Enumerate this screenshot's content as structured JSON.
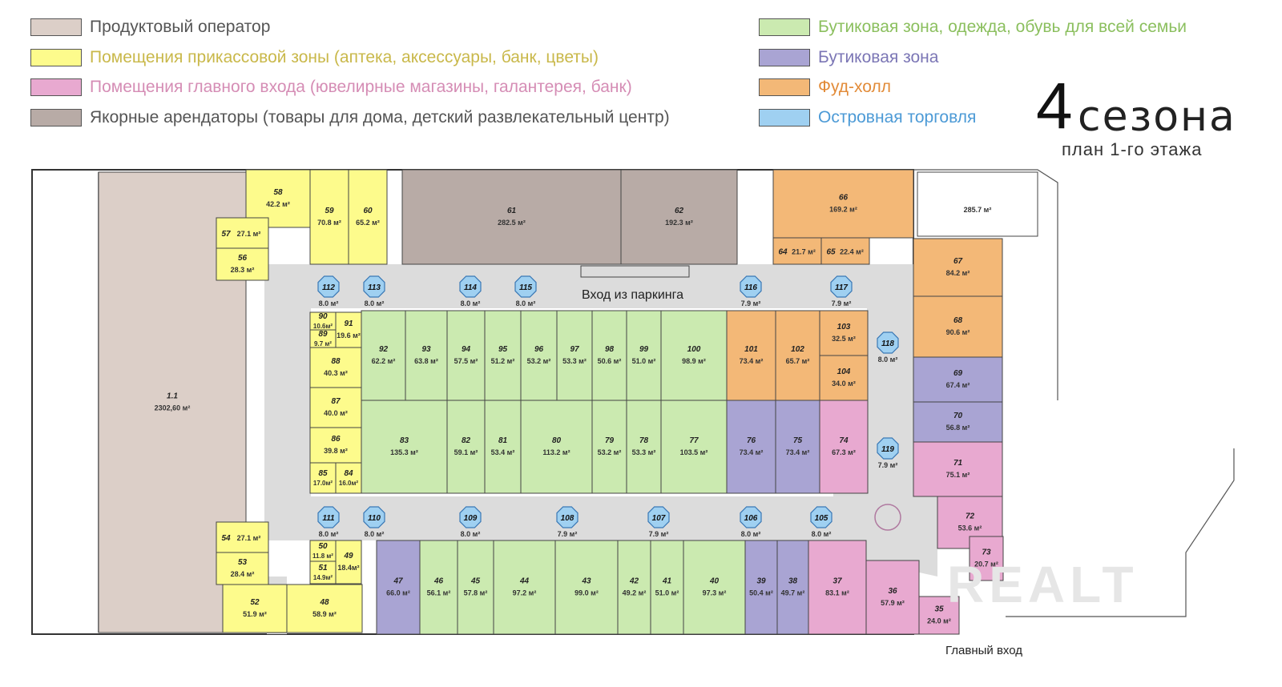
{
  "legend": {
    "left": [
      {
        "label": "Продуктовый оператор",
        "color": "#dccfc8",
        "text_color": "#555555"
      },
      {
        "label": "Помещения прикассовой зоны (аптека, аксессуары, банк, цветы)",
        "color": "#fdfb8c",
        "text_color": "#c9b84a"
      },
      {
        "label": "Помещения главного входа (ювелирные магазины, галантерея, банк)",
        "color": "#e8a9d0",
        "text_color": "#d58db5"
      },
      {
        "label": "Якорные арендаторы (товары для дома, детский развлекательный центр)",
        "color": "#b8aba6",
        "text_color": "#555555"
      }
    ],
    "right": [
      {
        "label": "Бутиковая зона, одежда, обувь для всей семьи",
        "color": "#cbeab0",
        "text_color": "#8bbf5e"
      },
      {
        "label": "Бутиковая зона",
        "color": "#a9a4d3",
        "text_color": "#7b76b5"
      },
      {
        "label": "Фуд-холл",
        "color": "#f3b877",
        "text_color": "#e28b38"
      },
      {
        "label": "Островная торговля",
        "color": "#9fd0f1",
        "text_color": "#4c9ad6"
      }
    ]
  },
  "brand": {
    "number": "4",
    "word": "сезона",
    "subtitle": "план 1-го этажа"
  },
  "colors": {
    "grocery": "#dccfc8",
    "checkout": "#fdfb8c",
    "entrance": "#e8a9d0",
    "anchor": "#b8aba6",
    "boutique_family": "#cbeab0",
    "boutique": "#a9a4d3",
    "food": "#f3b877",
    "island": "#9fd0f1",
    "corridor": "#dcdcdc",
    "wall": "#333333"
  },
  "labels": {
    "parking_entrance": "Вход из паркинга",
    "main_entrance": "Главный вход",
    "watermark": "REALT"
  },
  "units": [
    {
      "num": "1.1",
      "area": "2302,60 м²",
      "zone": "grocery"
    },
    {
      "num": "58",
      "area": "42.2 м²",
      "zone": "checkout"
    },
    {
      "num": "59",
      "area": "70.8 м²",
      "zone": "checkout"
    },
    {
      "num": "60",
      "area": "65.2 м²",
      "zone": "checkout"
    },
    {
      "num": "57",
      "area": "27.1 м²",
      "zone": "checkout"
    },
    {
      "num": "56",
      "area": "28.3 м²",
      "zone": "checkout"
    },
    {
      "num": "61",
      "area": "282.5 м²",
      "zone": "anchor"
    },
    {
      "num": "62",
      "area": "192.3 м²",
      "zone": "anchor"
    },
    {
      "num": "66",
      "area": "169.2 м²",
      "zone": "food"
    },
    {
      "num": "64",
      "area": "21.7 м²",
      "zone": "food"
    },
    {
      "num": "65",
      "area": "22.4 м²",
      "zone": "food"
    },
    {
      "num": "",
      "area": "285.7 м²",
      "zone": "none"
    },
    {
      "num": "67",
      "area": "84.2 м²",
      "zone": "food"
    },
    {
      "num": "68",
      "area": "90.6 м²",
      "zone": "food"
    },
    {
      "num": "69",
      "area": "67.4 м²",
      "zone": "boutique"
    },
    {
      "num": "70",
      "area": "56.8 м²",
      "zone": "boutique"
    },
    {
      "num": "71",
      "area": "75.1 м²",
      "zone": "entrance"
    },
    {
      "num": "72",
      "area": "53.6 м²",
      "zone": "entrance"
    },
    {
      "num": "73",
      "area": "20.7 м²",
      "zone": "entrance"
    },
    {
      "num": "90",
      "area": "10.6м²",
      "zone": "checkout"
    },
    {
      "num": "89",
      "area": "9.7 м²",
      "zone": "checkout"
    },
    {
      "num": "91",
      "area": "19.6 м²",
      "zone": "checkout"
    },
    {
      "num": "88",
      "area": "40.3 м²",
      "zone": "checkout"
    },
    {
      "num": "87",
      "area": "40.0 м²",
      "zone": "checkout"
    },
    {
      "num": "86",
      "area": "39.8 м²",
      "zone": "checkout"
    },
    {
      "num": "85",
      "area": "17.0м²",
      "zone": "checkout"
    },
    {
      "num": "84",
      "area": "16.0м²",
      "zone": "checkout"
    },
    {
      "num": "92",
      "area": "62.2 м²",
      "zone": "boutique_family"
    },
    {
      "num": "93",
      "area": "63.8 м²",
      "zone": "boutique_family"
    },
    {
      "num": "94",
      "area": "57.5 м²",
      "zone": "boutique_family"
    },
    {
      "num": "95",
      "area": "51.2 м²",
      "zone": "boutique_family"
    },
    {
      "num": "96",
      "area": "53.2 м²",
      "zone": "boutique_family"
    },
    {
      "num": "97",
      "area": "53.3 м²",
      "zone": "boutique_family"
    },
    {
      "num": "98",
      "area": "50.6 м²",
      "zone": "boutique_family"
    },
    {
      "num": "99",
      "area": "51.0 м²",
      "zone": "boutique_family"
    },
    {
      "num": "100",
      "area": "98.9 м²",
      "zone": "boutique_family"
    },
    {
      "num": "101",
      "area": "73.4 м²",
      "zone": "food"
    },
    {
      "num": "102",
      "area": "65.7 м²",
      "zone": "food"
    },
    {
      "num": "103",
      "area": "32.5 м²",
      "zone": "food"
    },
    {
      "num": "104",
      "area": "34.0 м²",
      "zone": "food"
    },
    {
      "num": "83",
      "area": "135.3 м²",
      "zone": "boutique_family"
    },
    {
      "num": "82",
      "area": "59.1 м²",
      "zone": "boutique_family"
    },
    {
      "num": "81",
      "area": "53.4 м²",
      "zone": "boutique_family"
    },
    {
      "num": "80",
      "area": "113.2 м²",
      "zone": "boutique_family"
    },
    {
      "num": "79",
      "area": "53.2 м²",
      "zone": "boutique_family"
    },
    {
      "num": "78",
      "area": "53.3 м²",
      "zone": "boutique_family"
    },
    {
      "num": "77",
      "area": "103.5 м²",
      "zone": "boutique_family"
    },
    {
      "num": "76",
      "area": "73.4 м²",
      "zone": "boutique"
    },
    {
      "num": "75",
      "area": "73.4 м²",
      "zone": "boutique"
    },
    {
      "num": "74",
      "area": "67.3 м²",
      "zone": "entrance"
    },
    {
      "num": "54",
      "area": "27.1 м²",
      "zone": "checkout"
    },
    {
      "num": "53",
      "area": "28.4 м²",
      "zone": "checkout"
    },
    {
      "num": "50",
      "area": "11.8 м²",
      "zone": "checkout"
    },
    {
      "num": "51",
      "area": "14.9м²",
      "zone": "checkout"
    },
    {
      "num": "49",
      "area": "18.4м²",
      "zone": "checkout"
    },
    {
      "num": "52",
      "area": "51.9 м²",
      "zone": "checkout"
    },
    {
      "num": "48",
      "area": "58.9 м²",
      "zone": "checkout"
    },
    {
      "num": "47",
      "area": "66.0 м²",
      "zone": "boutique"
    },
    {
      "num": "46",
      "area": "56.1 м²",
      "zone": "boutique_family"
    },
    {
      "num": "45",
      "area": "57.8 м²",
      "zone": "boutique_family"
    },
    {
      "num": "44",
      "area": "97.2 м²",
      "zone": "boutique_family"
    },
    {
      "num": "43",
      "area": "99.0 м²",
      "zone": "boutique_family"
    },
    {
      "num": "42",
      "area": "49.2 м²",
      "zone": "boutique_family"
    },
    {
      "num": "41",
      "area": "51.0 м²",
      "zone": "boutique_family"
    },
    {
      "num": "40",
      "area": "97.3 м²",
      "zone": "boutique_family"
    },
    {
      "num": "39",
      "area": "50.4 м²",
      "zone": "boutique"
    },
    {
      "num": "38",
      "area": "49.7 м²",
      "zone": "boutique"
    },
    {
      "num": "37",
      "area": "83.1 м²",
      "zone": "entrance"
    },
    {
      "num": "36",
      "area": "57.9 м²",
      "zone": "entrance"
    },
    {
      "num": "35",
      "area": "24.0 м²",
      "zone": "entrance"
    }
  ],
  "kiosks": [
    {
      "num": "112",
      "area": "8.0 м²"
    },
    {
      "num": "113",
      "area": "8.0 м²"
    },
    {
      "num": "114",
      "area": "8.0 м²"
    },
    {
      "num": "115",
      "area": "8.0 м²"
    },
    {
      "num": "116",
      "area": "7.9 м²"
    },
    {
      "num": "117",
      "area": "7.9 м²"
    },
    {
      "num": "118",
      "area": "8.0 м²"
    },
    {
      "num": "119",
      "area": "7.9 м²"
    },
    {
      "num": "111",
      "area": "8.0 м²"
    },
    {
      "num": "110",
      "area": "8.0 м²"
    },
    {
      "num": "109",
      "area": "8.0 м²"
    },
    {
      "num": "108",
      "area": "7.9 м²"
    },
    {
      "num": "107",
      "area": "7.9 м²"
    },
    {
      "num": "106",
      "area": "8.0 м²"
    },
    {
      "num": "105",
      "area": "8.0 м²"
    }
  ]
}
